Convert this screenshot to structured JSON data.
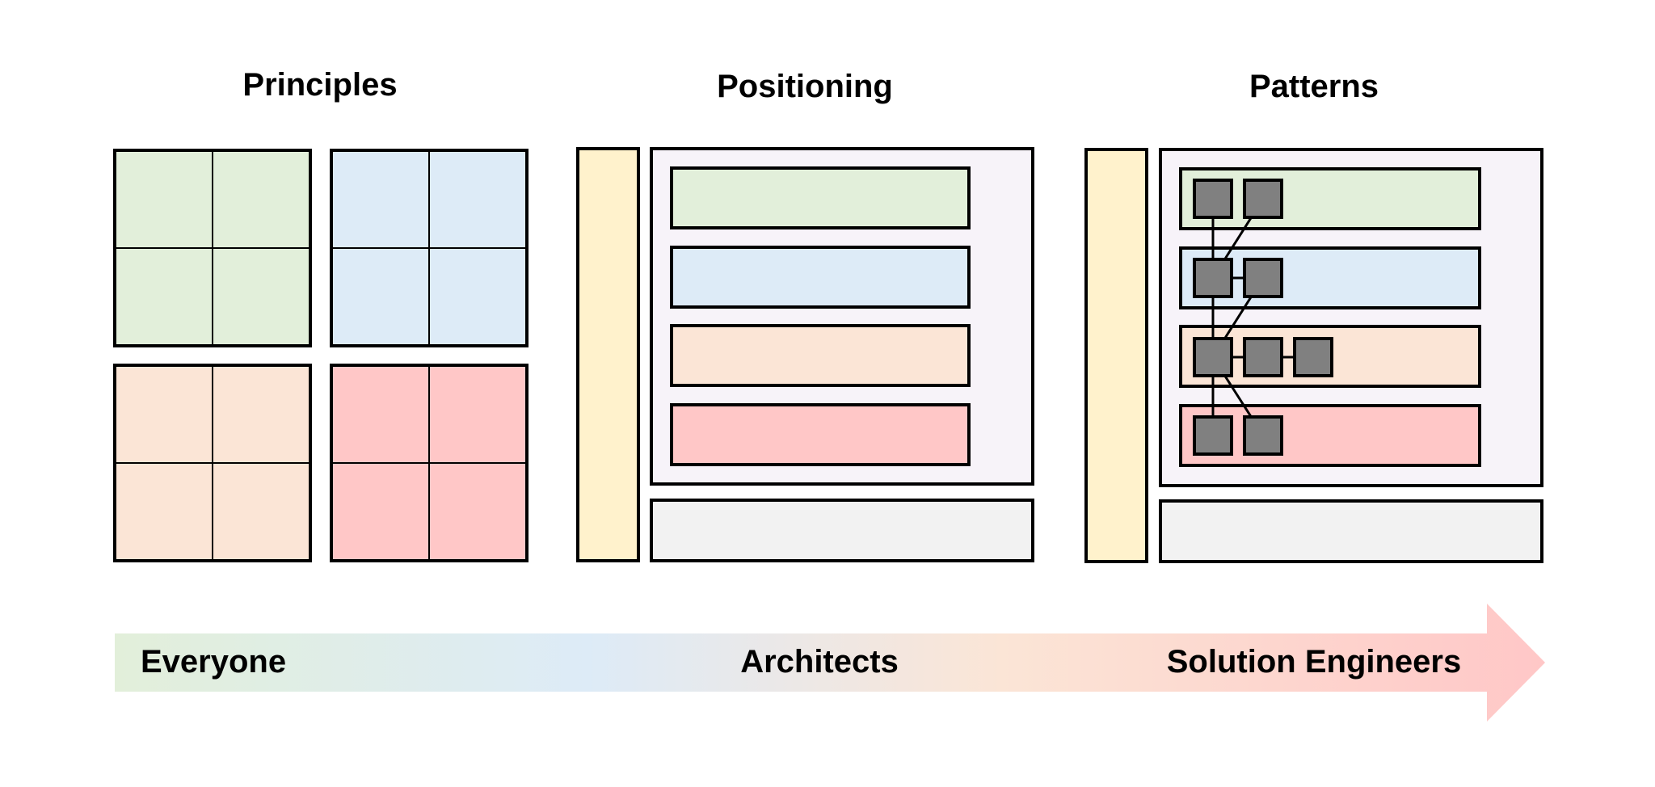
{
  "columns": {
    "principles": {
      "title": "Principles"
    },
    "positioning": {
      "title": "Positioning"
    },
    "patterns": {
      "title": "Patterns"
    }
  },
  "audience": {
    "left": "Everyone",
    "middle": "Architects",
    "right": "Solution Engineers"
  },
  "colors": {
    "green": "#e2efda",
    "blue": "#ddebf7",
    "peach": "#fbe5d6",
    "red": "#ffc7c7",
    "yellow": "#fff2cc",
    "lavender": "#f7f3f9",
    "grey": "#f2f2f2",
    "node": "#808080",
    "outline": "#000000"
  }
}
